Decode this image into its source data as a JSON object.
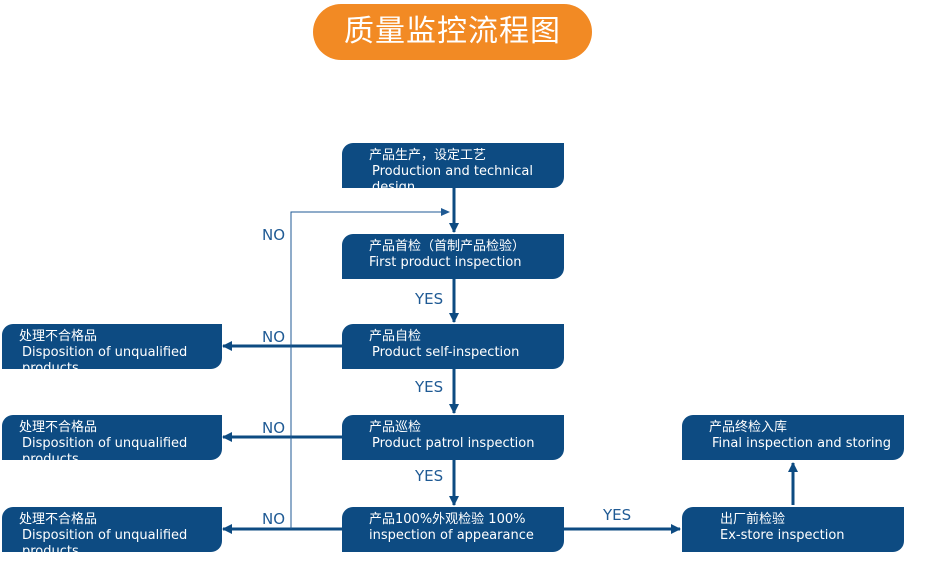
{
  "title": "质量监控流程图",
  "colors": {
    "title_bg": "#f28a24",
    "box_bg": "#0d4b82",
    "arrow": "#0d4b82",
    "label": "#1f5a94"
  },
  "boxes": {
    "production": {
      "cn": "产品生产，设定工艺",
      "en": "Production and technical design"
    },
    "first_inspection": {
      "cn": "产品首检（首制产品检验）",
      "en": "First product inspection"
    },
    "self_inspection": {
      "cn": "产品自检",
      "en": "Product self-inspection"
    },
    "patrol_inspection": {
      "cn": "产品巡检",
      "en": "Product patrol inspection"
    },
    "appearance_inspection": {
      "cn": "产品100%外观检验 100%",
      "en": "inspection of appearance"
    },
    "ex_store": {
      "cn": "出厂前检验",
      "en": "Ex-store inspection"
    },
    "final_storing": {
      "cn": "产品终检入库",
      "en": "Final inspection and storing"
    },
    "disposition_1": {
      "cn": "处理不合格品",
      "en": "Disposition  of unqualified products"
    },
    "disposition_2": {
      "cn": "处理不合格品",
      "en": "Disposition  of unqualified products"
    },
    "disposition_3": {
      "cn": "处理不合格品",
      "en": "Disposition  of unqualified products"
    }
  },
  "labels": {
    "no_top": "NO",
    "yes_1": "YES",
    "yes_2": "YES",
    "yes_3": "YES",
    "yes_right": "YES",
    "no_1": "NO",
    "no_2": "NO",
    "no_3": "NO"
  }
}
